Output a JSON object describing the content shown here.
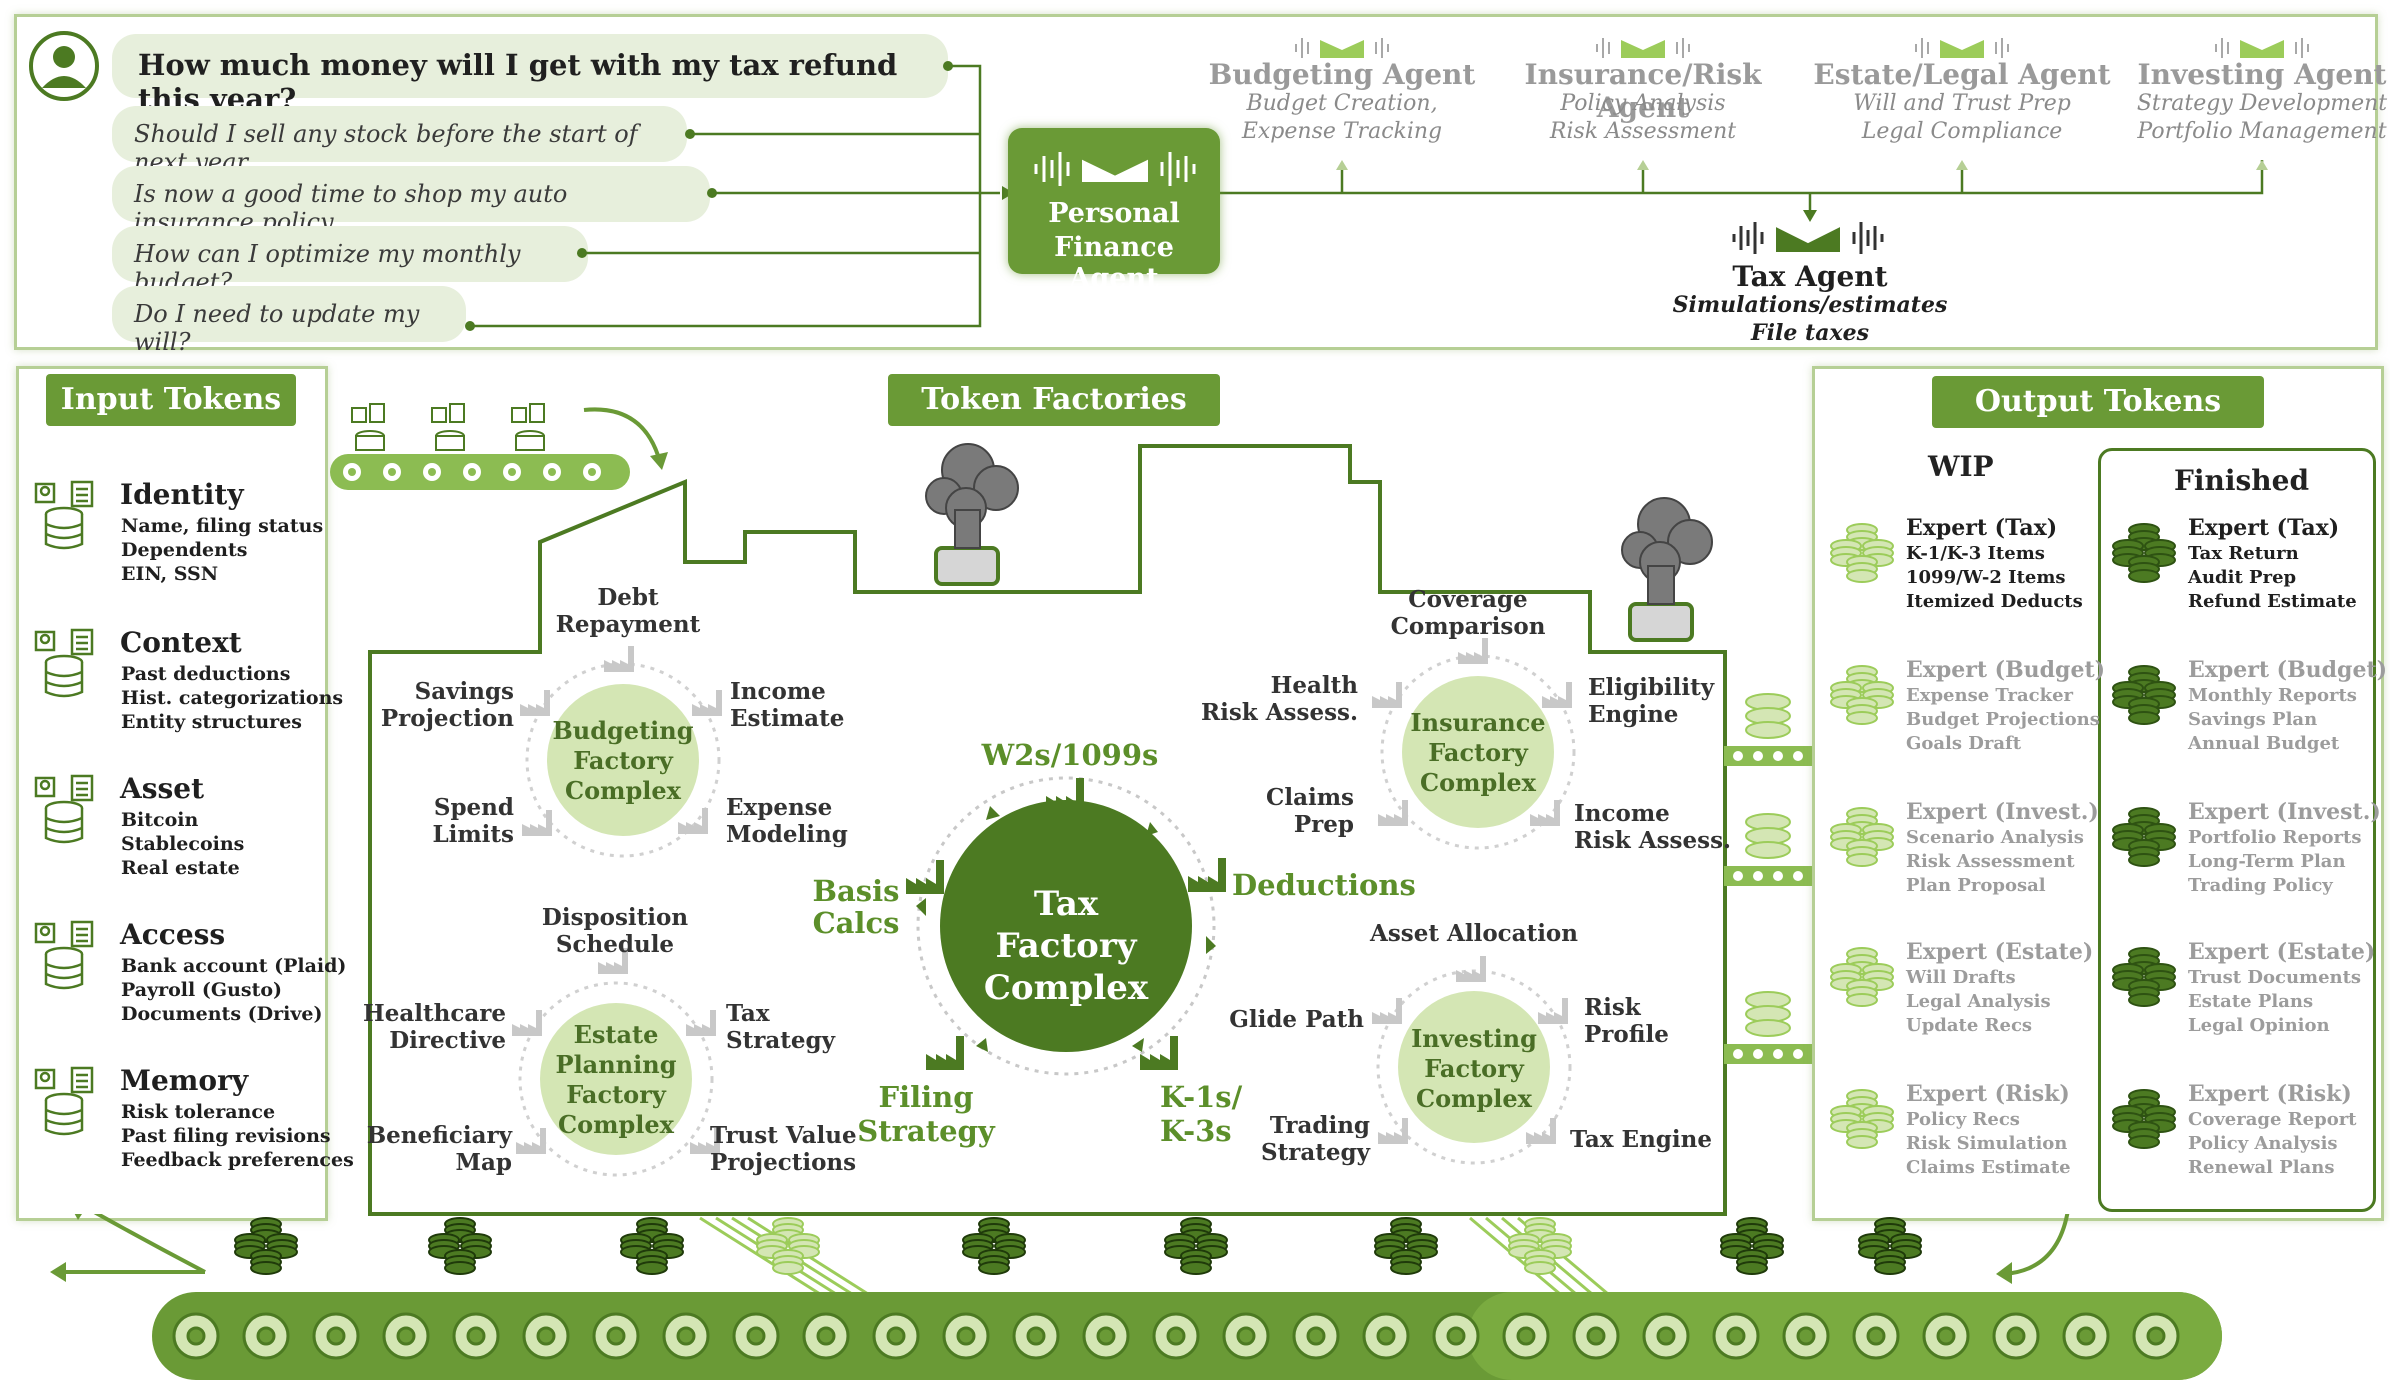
{
  "questions": {
    "main": "How much money will I get with my tax refund this year?",
    "items": [
      "Should I sell any stock before the start of next year",
      "Is now a good time to shop my auto insurance policy",
      "How can I optimize my monthly budget?",
      "Do I need to update my will?"
    ]
  },
  "personal_agent": {
    "line1": "Personal",
    "line2": "Finance Agent"
  },
  "agents": [
    {
      "title": "Budgeting Agent",
      "line1": "Budget Creation,",
      "line2": "Expense Tracking"
    },
    {
      "title": "Insurance/Risk Agent",
      "line1": "Policy Analysis",
      "line2": "Risk Assessment"
    },
    {
      "title": "Estate/Legal Agent",
      "line1": "Will and Trust Prep",
      "line2": "Legal Compliance"
    },
    {
      "title": "Investing Agent",
      "line1": "Strategy Development",
      "line2": "Portfolio Management"
    }
  ],
  "tax_agent": {
    "title": "Tax Agent",
    "line1": "Simulations/estimates",
    "line2": "File taxes"
  },
  "input_tokens": {
    "header": "Input Tokens",
    "items": [
      {
        "title": "Identity",
        "lines": [
          "Name, filing status",
          "Dependents",
          "EIN, SSN"
        ]
      },
      {
        "title": "Context",
        "lines": [
          "Past deductions",
          "Hist. categorizations",
          "Entity structures"
        ]
      },
      {
        "title": "Asset",
        "lines": [
          "Bitcoin",
          "Stablecoins",
          "Real estate"
        ]
      },
      {
        "title": "Access",
        "lines": [
          "Bank account (Plaid)",
          "Payroll (Gusto)",
          "Documents (Drive)"
        ]
      },
      {
        "title": "Memory",
        "lines": [
          "Risk tolerance",
          "Past filing revisions",
          "Feedback preferences"
        ]
      }
    ]
  },
  "factories": {
    "header": "Token Factories",
    "tax": {
      "hub": [
        "Tax",
        "Factory",
        "Complex"
      ],
      "w2": "W2s/1099s",
      "deductions": "Deductions",
      "basis": [
        "Basis",
        "Calcs"
      ],
      "filing": [
        "Filing",
        "Strategy"
      ],
      "k1": [
        "K-1s/",
        "K-3s"
      ]
    },
    "budgeting": {
      "hub": [
        "Budgeting",
        "Factory",
        "Complex"
      ],
      "top": [
        "Debt",
        "Repayment"
      ],
      "right_top": [
        "Income",
        "Estimate"
      ],
      "right_bottom": [
        "Expense",
        "Modeling"
      ],
      "left_top": [
        "Savings",
        "Projection"
      ],
      "left_bottom": [
        "Spend",
        "Limits"
      ]
    },
    "estate": {
      "hub": [
        "Estate",
        "Planning",
        "Factory",
        "Complex"
      ],
      "top": [
        "Disposition",
        "Schedule"
      ],
      "right_top": [
        "Tax",
        "Strategy"
      ],
      "right_bottom": [
        "Trust Value",
        "Projections"
      ],
      "left_top": [
        "Healthcare",
        "Directive"
      ],
      "left_bottom": [
        "Beneficiary",
        "Map"
      ]
    },
    "insurance": {
      "hub": [
        "Insurance",
        "Factory",
        "Complex"
      ],
      "top": [
        "Coverage",
        "Comparison"
      ],
      "right_top": [
        "Eligibility",
        "Engine"
      ],
      "right_bottom": [
        "Income",
        "Risk Assess."
      ],
      "left_top": [
        "Health",
        "Risk Assess."
      ],
      "left_bottom": [
        "Claims",
        "Prep"
      ]
    },
    "investing": {
      "hub": [
        "Investing",
        "Factory",
        "Complex"
      ],
      "top": "Asset Allocation",
      "right_top": [
        "Risk",
        "Profile"
      ],
      "right_bottom": "Tax Engine",
      "left_top": "Glide Path",
      "left_bottom": [
        "Trading",
        "Strategy"
      ]
    }
  },
  "output_tokens": {
    "header": "Output Tokens",
    "wip_header": "WIP",
    "finished_header": "Finished",
    "wip": [
      {
        "title": "Expert (Tax)",
        "lines": [
          "K-1/K-3 Items",
          "1099/W-2 Items",
          "Itemized Deducts"
        ],
        "active": true
      },
      {
        "title": "Expert (Budget)",
        "lines": [
          "Expense Tracker",
          "Budget Projections",
          "Goals Draft"
        ],
        "active": false
      },
      {
        "title": "Expert (Invest.)",
        "lines": [
          "Scenario Analysis",
          "Risk Assessment",
          "Plan Proposal"
        ],
        "active": false
      },
      {
        "title": "Expert (Estate)",
        "lines": [
          "Will Drafts",
          "Legal Analysis",
          "Update Recs"
        ],
        "active": false
      },
      {
        "title": "Expert (Risk)",
        "lines": [
          "Policy Recs",
          "Risk Simulation",
          "Claims Estimate"
        ],
        "active": false
      }
    ],
    "finished": [
      {
        "title": "Expert (Tax)",
        "lines": [
          "Tax Return",
          "Audit Prep",
          "Refund Estimate"
        ],
        "active": true
      },
      {
        "title": "Expert (Budget)",
        "lines": [
          "Monthly Reports",
          "Savings Plan",
          "Annual Budget"
        ],
        "active": false
      },
      {
        "title": "Expert (Invest.)",
        "lines": [
          "Portfolio Reports",
          "Long-Term Plan",
          "Trading Policy"
        ],
        "active": false
      },
      {
        "title": "Expert (Estate)",
        "lines": [
          "Trust Documents",
          "Estate Plans",
          "Legal Opinion"
        ],
        "active": false
      },
      {
        "title": "Expert (Risk)",
        "lines": [
          "Coverage Report",
          "Policy Analysis",
          "Renewal Plans"
        ],
        "active": false
      }
    ]
  },
  "colors": {
    "dark_green": "#4c7a22",
    "mid_green": "#6a9a36",
    "light_green": "#d4e6b4",
    "pale_green": "#e7efdc",
    "border": "#b6cf95"
  }
}
